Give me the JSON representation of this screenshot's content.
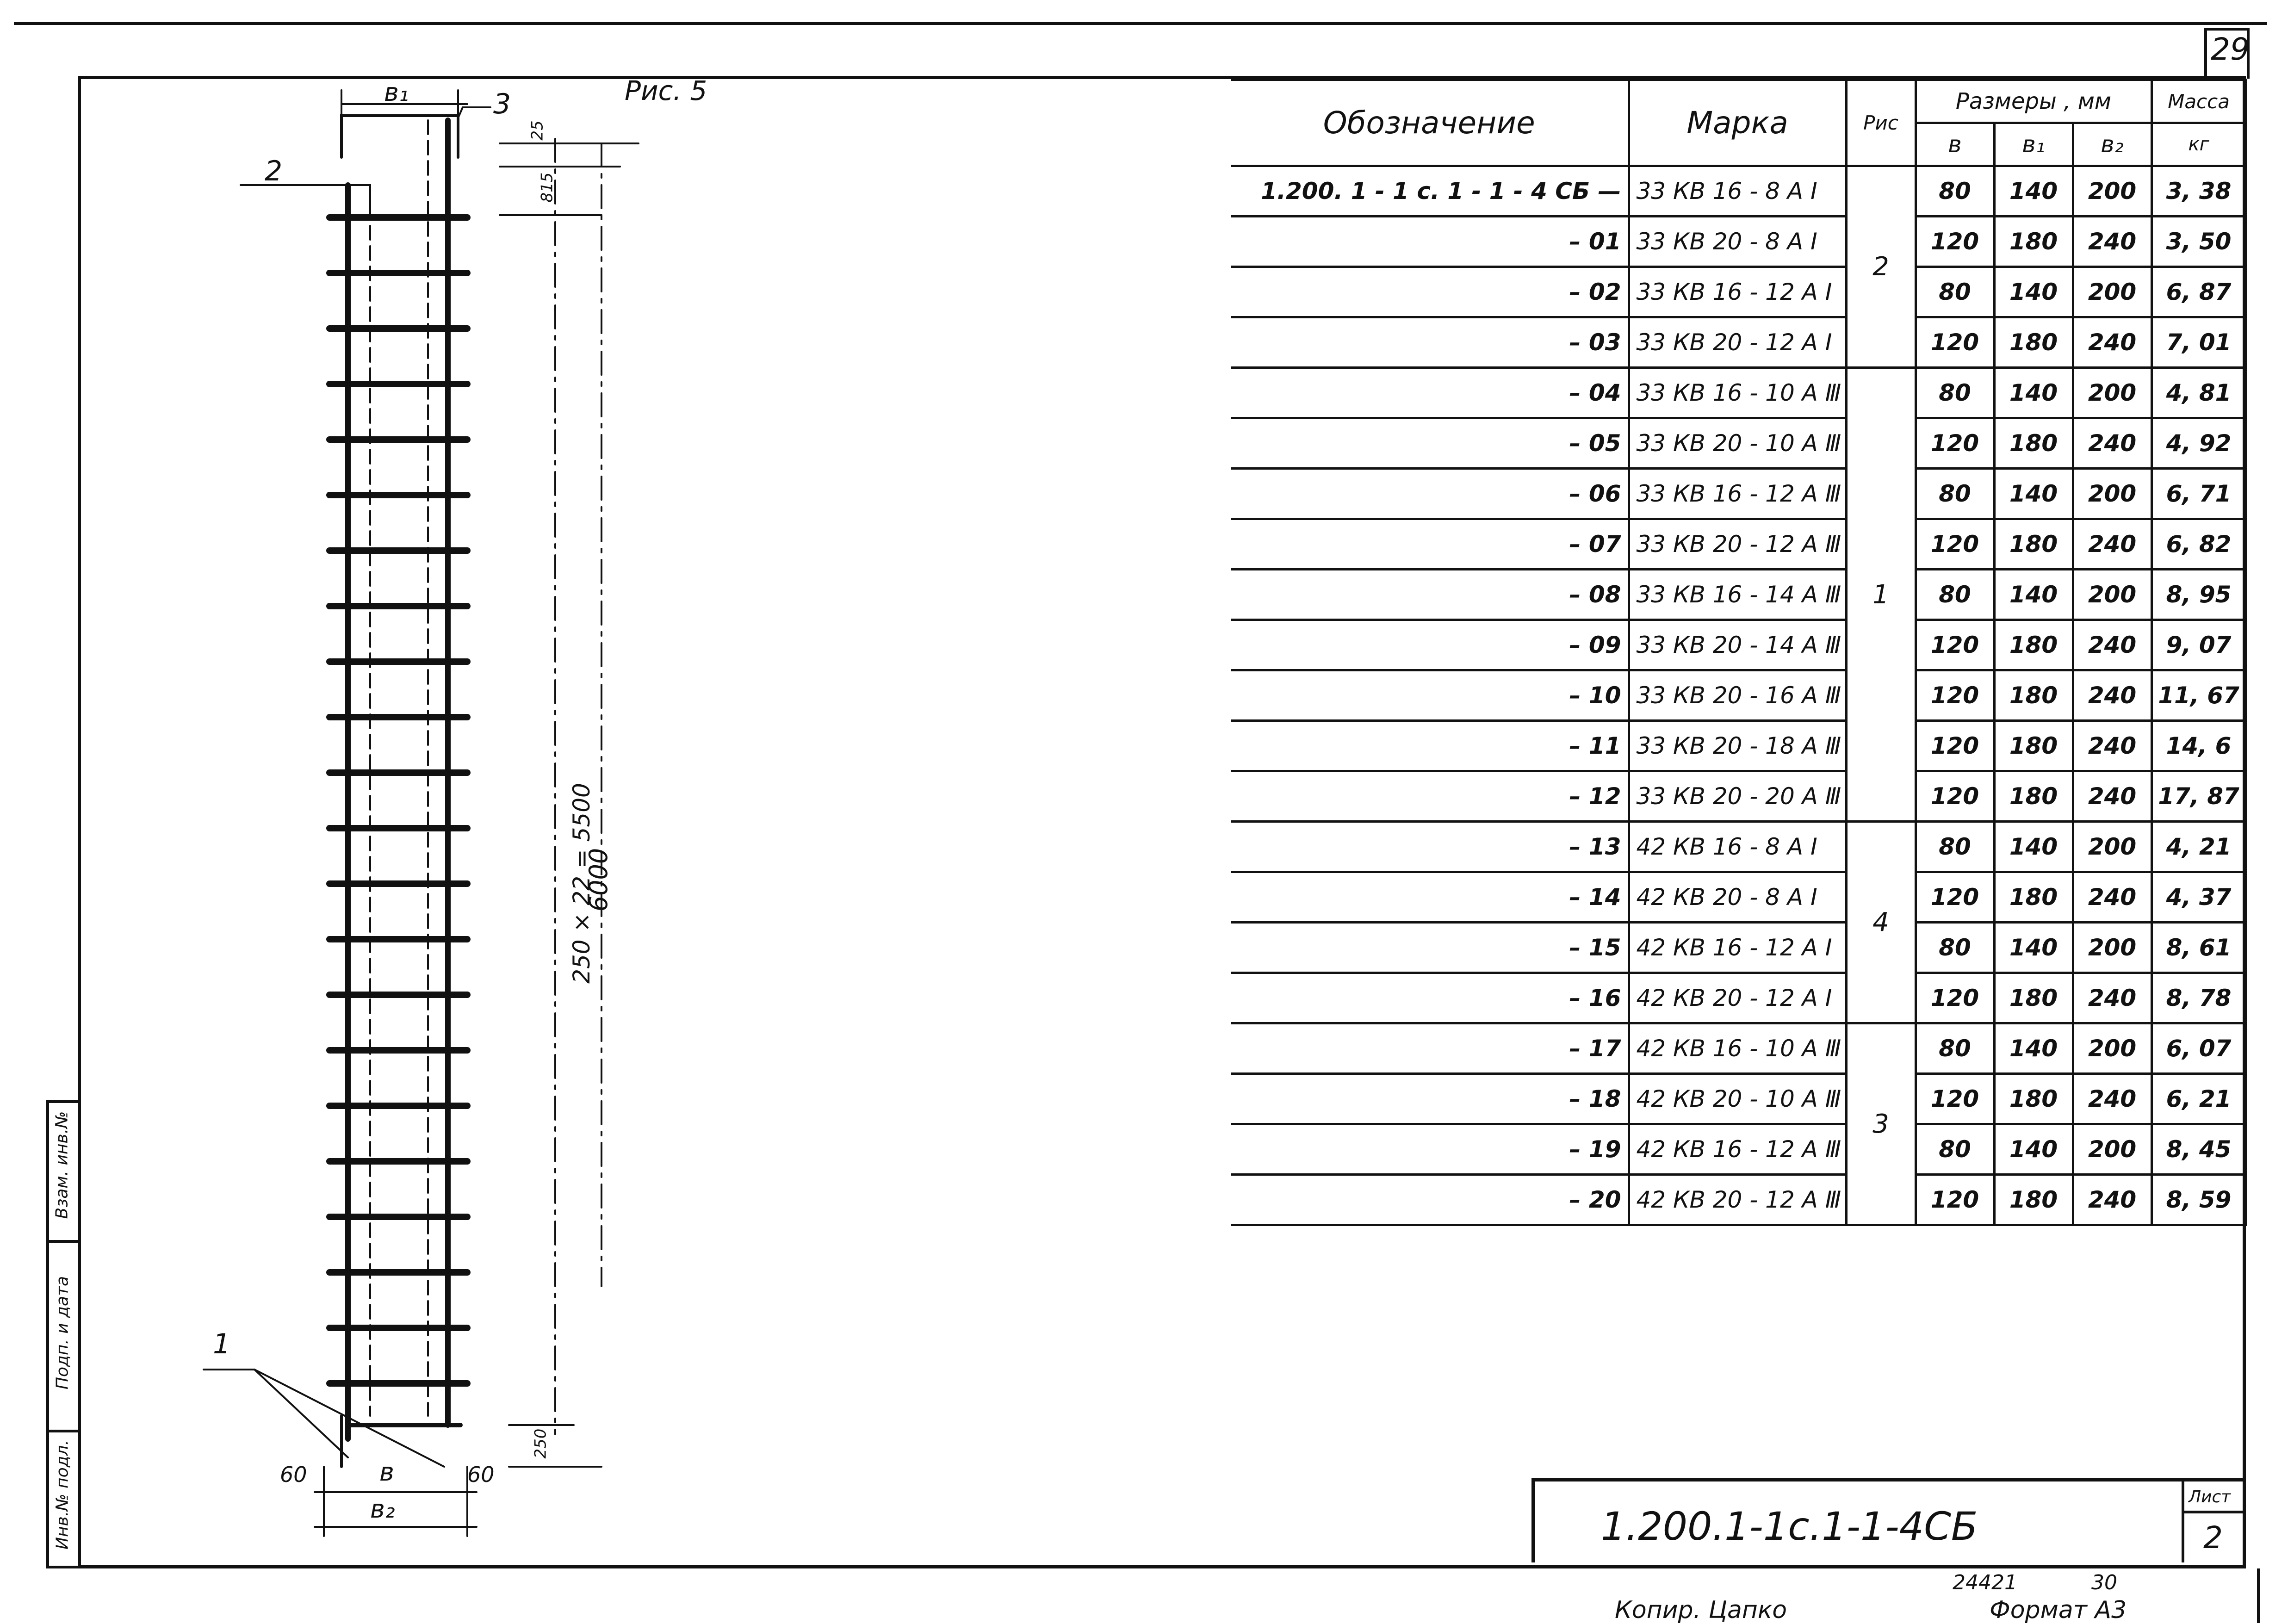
{
  "page_number": "29",
  "drawing": {
    "title": "Рис. 5",
    "callouts": [
      "1",
      "2",
      "3"
    ],
    "dimensions": {
      "b1": "в₁",
      "b": "в",
      "b2": "в₂",
      "left_60": "60",
      "right_60": "60",
      "top_25": "25",
      "top_815": "815",
      "spacing": "250 × 22 = 5500",
      "total": "6000",
      "bottom_250": "250"
    }
  },
  "table": {
    "headers": {
      "designation": "Обозначение",
      "mark": "Марка",
      "figure": "Рис",
      "dimensions": "Размеры , мм",
      "b": "в",
      "b1": "в₁",
      "b2": "в₂",
      "mass": "Масса",
      "mass_unit": "кг"
    },
    "rows": [
      {
        "designation": "1.200. 1 - 1 с. 1 - 1 - 4 СБ —",
        "mark": "33 КВ 16 - 8 А Ⅰ",
        "b": "80",
        "b1": "140",
        "b2": "200",
        "mass": "3, 38"
      },
      {
        "designation": "– 01",
        "mark": "33 КВ 20 - 8 А Ⅰ",
        "b": "120",
        "b1": "180",
        "b2": "240",
        "mass": "3, 50"
      },
      {
        "designation": "– 02",
        "mark": "33 КВ 16 - 12 А Ⅰ",
        "b": "80",
        "b1": "140",
        "b2": "200",
        "mass": "6, 87"
      },
      {
        "designation": "– 03",
        "mark": "33 КВ 20 - 12 А Ⅰ",
        "b": "120",
        "b1": "180",
        "b2": "240",
        "mass": "7, 01"
      },
      {
        "designation": "– 04",
        "mark": "33 КВ 16 - 10 А Ⅲ",
        "b": "80",
        "b1": "140",
        "b2": "200",
        "mass": "4, 81"
      },
      {
        "designation": "– 05",
        "mark": "33 КВ 20 - 10 А Ⅲ",
        "b": "120",
        "b1": "180",
        "b2": "240",
        "mass": "4, 92"
      },
      {
        "designation": "– 06",
        "mark": "33 КВ 16 - 12 А Ⅲ",
        "b": "80",
        "b1": "140",
        "b2": "200",
        "mass": "6, 71"
      },
      {
        "designation": "– 07",
        "mark": "33 КВ 20 - 12 А Ⅲ",
        "b": "120",
        "b1": "180",
        "b2": "240",
        "mass": "6, 82"
      },
      {
        "designation": "– 08",
        "mark": "33 КВ 16 - 14 А Ⅲ",
        "b": "80",
        "b1": "140",
        "b2": "200",
        "mass": "8, 95"
      },
      {
        "designation": "– 09",
        "mark": "33 КВ 20 - 14 А Ⅲ",
        "b": "120",
        "b1": "180",
        "b2": "240",
        "mass": "9, 07"
      },
      {
        "designation": "– 10",
        "mark": "33 КВ 20 - 16 А Ⅲ",
        "b": "120",
        "b1": "180",
        "b2": "240",
        "mass": "11, 67"
      },
      {
        "designation": "– 11",
        "mark": "33 КВ 20 - 18 А Ⅲ",
        "b": "120",
        "b1": "180",
        "b2": "240",
        "mass": "14, 6"
      },
      {
        "designation": "– 12",
        "mark": "33 КВ 20 - 20 А Ⅲ",
        "b": "120",
        "b1": "180",
        "b2": "240",
        "mass": "17, 87"
      },
      {
        "designation": "– 13",
        "mark": "42 КВ 16 - 8 А Ⅰ",
        "b": "80",
        "b1": "140",
        "b2": "200",
        "mass": "4, 21"
      },
      {
        "designation": "– 14",
        "mark": "42 КВ 20 - 8 А Ⅰ",
        "b": "120",
        "b1": "180",
        "b2": "240",
        "mass": "4, 37"
      },
      {
        "designation": "– 15",
        "mark": "42 КВ 16 - 12 А Ⅰ",
        "b": "80",
        "b1": "140",
        "b2": "200",
        "mass": "8, 61"
      },
      {
        "designation": "– 16",
        "mark": "42 КВ 20 - 12 А Ⅰ",
        "b": "120",
        "b1": "180",
        "b2": "240",
        "mass": "8, 78"
      },
      {
        "designation": "– 17",
        "mark": "42 КВ 16 - 10 А Ⅲ",
        "b": "80",
        "b1": "140",
        "b2": "200",
        "mass": "6, 07"
      },
      {
        "designation": "– 18",
        "mark": "42 КВ 20 - 10 А Ⅲ",
        "b": "120",
        "b1": "180",
        "b2": "240",
        "mass": "6, 21"
      },
      {
        "designation": "– 19",
        "mark": "42 КВ 16 - 12 А Ⅲ",
        "b": "80",
        "b1": "140",
        "b2": "200",
        "mass": "8, 45"
      },
      {
        "designation": "– 20",
        "mark": "42 КВ 20 - 12 А Ⅲ",
        "b": "120",
        "b1": "180",
        "b2": "240",
        "mass": "8, 59"
      }
    ],
    "figure_groups": [
      {
        "figure": "2",
        "rows": 4
      },
      {
        "figure": "1",
        "rows": 9
      },
      {
        "figure": "4",
        "rows": 4
      },
      {
        "figure": "3",
        "rows": 4
      }
    ]
  },
  "title_block": {
    "doc_code": "1.200.1-1с.1-1-4СБ",
    "sheet_label": "Лист",
    "sheet_number": "2"
  },
  "footer": {
    "archive_number": "24421",
    "archive_suffix": "30",
    "copied_by": "Копир.  Цапко",
    "format": "Формат  А3"
  },
  "stamp": {
    "inv_orig": "Инв.№ подл.",
    "sign_date": "Подп. и дата",
    "replaces_inv": "Взам. инв.№"
  }
}
